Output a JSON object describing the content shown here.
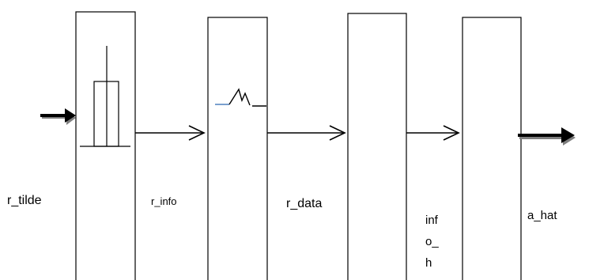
{
  "labels": {
    "r_tilde": "r_tilde",
    "r_info": "r_info",
    "r_data": "r_data",
    "info_h_lines": [
      "inf",
      "o_",
      "h"
    ],
    "a_hat": "a_hat"
  },
  "colors": {
    "stroke": "#000000",
    "block_fill": "#ffffff",
    "accent_line": "#4f81bd",
    "arrow_shadow": "#7f7f7f"
  },
  "icons": [
    "input-arrow-icon",
    "output-arrow-icon",
    "flow-arrow-icon",
    "quantizer-symbol-icon",
    "waveform-symbol-icon"
  ]
}
